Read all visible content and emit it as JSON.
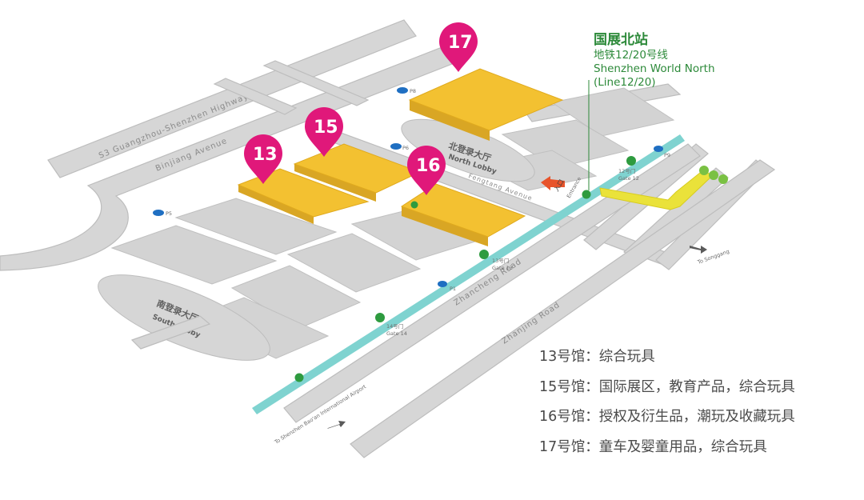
{
  "station": {
    "name_cn": "国展北站",
    "line_cn": "地铁12/20号线",
    "name_en": "Shenzhen World North",
    "line_en": "(Line12/20)"
  },
  "roads": {
    "s3_highway": "S3 Guangzhou-Shenzhen Highway",
    "binjiang": "Binjiang Avenue",
    "fengtang": "Fengtang Avenue",
    "zhancheng": "Zhancheng Road",
    "zhanjing": "Zhanjing Road"
  },
  "lobbies": {
    "north_cn": "北登录大厅",
    "north_en": "North Lobby",
    "south_cn": "南登录大厅",
    "south_en": "South Lobby"
  },
  "halls": [
    {
      "number": "17"
    },
    {
      "number": "15"
    },
    {
      "number": "13"
    },
    {
      "number": "16"
    }
  ],
  "parking": [
    "P8",
    "P6",
    "P5",
    "P1",
    "P9"
  ],
  "gates": {
    "gate12_cn": "12号门",
    "gate12_en": "Gate 12",
    "gate13_cn": "13号门",
    "gate13_en": "Gate 13",
    "gate14_cn": "14号门",
    "gate14_en": "Gate 14"
  },
  "entrance": {
    "cn": "入口",
    "en": "Entrance"
  },
  "directions": {
    "south_en": "To Shenzhen Bao'an International Airport",
    "east_en": "To Songgang"
  },
  "legend": [
    "13号馆：综合玩具",
    "15号馆：国际展区，教育产品，综合玩具",
    "16号馆：授权及衍生品，潮玩及收藏玩具",
    "17号馆：童车及婴童用品，综合玩具"
  ],
  "colors": {
    "hall": "#f3c131",
    "pin": "#e0187a",
    "metro": "#7fd3d0",
    "station_text": "#2d8a3a",
    "parking": "#1f6fc2",
    "road": "#d6d6d6"
  }
}
